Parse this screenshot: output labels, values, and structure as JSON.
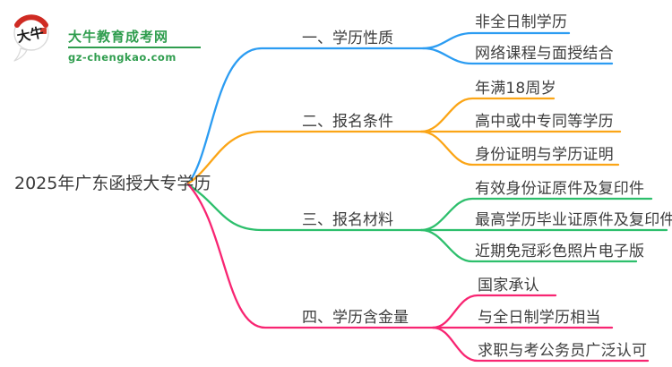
{
  "logo": {
    "icon_text": "大牛",
    "title": "大牛教育成考网",
    "subtitle": "gz-chengkao.com",
    "brand_green": "#2f9d4e",
    "accent_red": "#cf2b23"
  },
  "root": {
    "label": "2025年广东函授大专学历"
  },
  "branches": [
    {
      "label": "一、学历性质",
      "color": "#2b9cf2",
      "children": [
        "非全日制学历",
        "网络课程与面授结合"
      ]
    },
    {
      "label": "二、报名条件",
      "color": "#fba516",
      "children": [
        "年满18周岁",
        "高中或中专同等学历",
        "身份证明与学历证明"
      ]
    },
    {
      "label": "三、报名材料",
      "color": "#2dbf6c",
      "children": [
        "有效身份证原件及复印件",
        "最高学历毕业证原件及复印件",
        "近期免冠彩色照片电子版"
      ]
    },
    {
      "label": "四、学历含金量",
      "color": "#f82572",
      "children": [
        "国家承认",
        "与全日制学历相当",
        "求职与考公务员广泛认可"
      ]
    }
  ]
}
